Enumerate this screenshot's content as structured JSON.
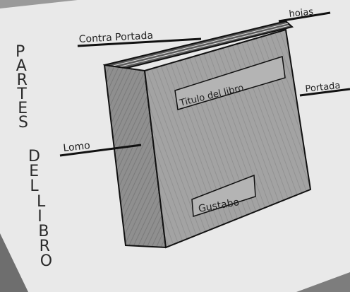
{
  "diagram": {
    "vertical_title_words": [
      "PARTES",
      "DEL",
      "LIBRO"
    ],
    "labels": {
      "contraportada": "Contra Portada",
      "hojas": "hojas",
      "portada": "Portada",
      "lomo": "Lomo",
      "titulo": "Titulo del libro",
      "autor": "Gustabo"
    }
  }
}
